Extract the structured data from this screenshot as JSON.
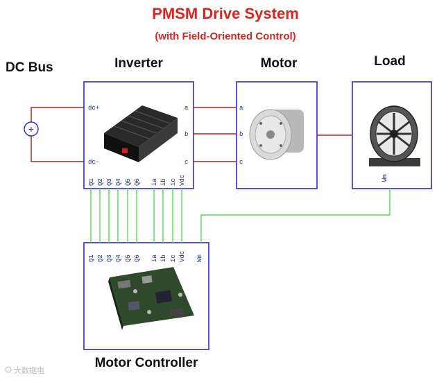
{
  "title": "PMSM Drive System",
  "subtitle": "(with Field-Oriented Control)",
  "labels": {
    "dc_bus": "DC Bus",
    "inverter": "Inverter",
    "motor": "Motor",
    "load": "Load",
    "controller": "Motor Controller"
  },
  "inverter_ports": {
    "dc_plus": "dc+",
    "dc_minus": "dc-",
    "a": "a",
    "b": "b",
    "c": "c",
    "bottom": [
      "Q1",
      "Q2",
      "Q3",
      "Q4",
      "Q5",
      "Q6",
      "ia",
      "ib",
      "ic",
      "Vdc"
    ]
  },
  "motor_ports": {
    "a": "a",
    "b": "b",
    "c": "c"
  },
  "load_ports": {
    "wm": "Wm"
  },
  "controller_ports": [
    "Q1",
    "Q2",
    "Q3",
    "Q4",
    "Q5",
    "Q6",
    "ia",
    "ib",
    "ic",
    "Vdc",
    "Wm"
  ],
  "source_sign": "+",
  "watermark": "大数据电",
  "colors": {
    "title": "#e0221f",
    "block_border": "#2b2bcc",
    "power_wire": "#b02020",
    "signal_wire": "#55dd55",
    "port_text": "#1a2a9a"
  }
}
